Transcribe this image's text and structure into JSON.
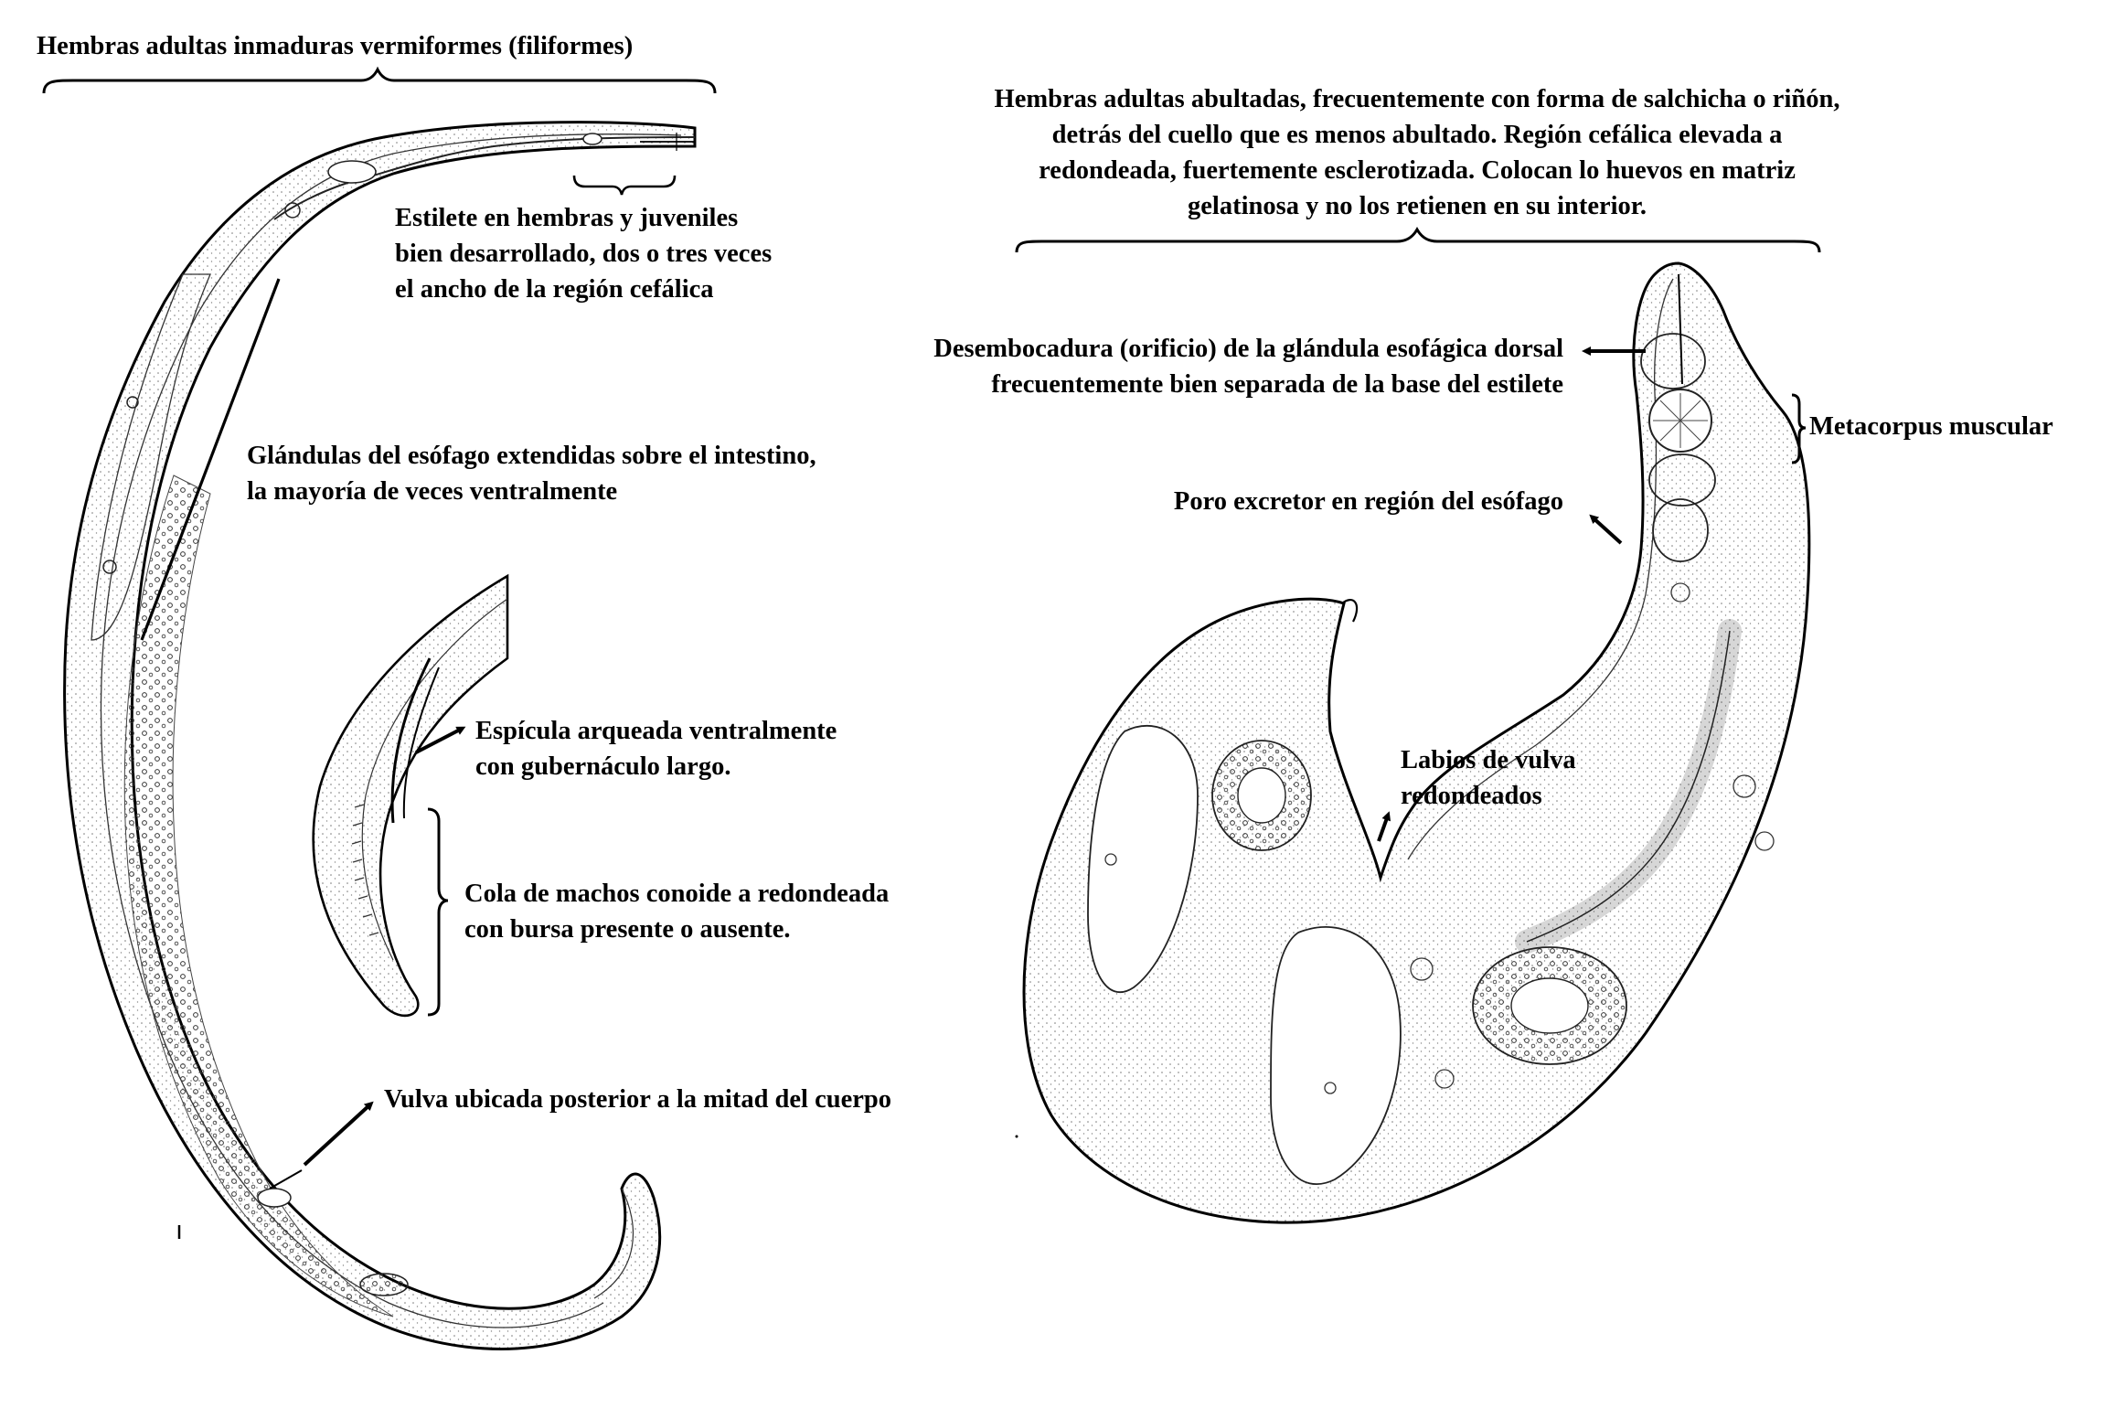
{
  "left_figure": {
    "title": "Hembras adultas inmaduras vermiformes (filiformes)",
    "stylet_label": [
      "Estilete en hembras y juveniles",
      "bien desarrollado, dos o tres veces",
      "el ancho de la región cefálica"
    ],
    "glands_label": [
      "Glándulas del esófago extendidas sobre el intestino,",
      "la mayoría de veces ventralmente"
    ],
    "spicule_label": [
      "Espícula arqueada ventralmente",
      "con gubernáculo largo."
    ],
    "tail_label": [
      "Cola de machos conoide a redondeada",
      "con bursa presente o ausente."
    ],
    "vulva_label": "Vulva ubicada posterior a la mitad del cuerpo"
  },
  "right_figure": {
    "title": [
      "Hembras adultas abultadas, frecuentemente con forma de salchicha o riñón,",
      "detrás del cuello que es menos abultado. Región cefálica elevada a",
      "redondeada, fuertemente esclerotizada. Colocan lo huevos en matriz",
      "gelatinosa y no los retienen en su interior."
    ],
    "dorsal_gland_label": [
      "Desembocadura (orificio) de la glándula esofágica dorsal",
      "frecuentemente bien separada de la base del estilete"
    ],
    "metacorpus_label": "Metacorpus muscular",
    "excretory_pore_label": "Poro excretor en región del esófago",
    "vulva_lips_label": [
      "Labios de vulva",
      "redondeados"
    ]
  }
}
